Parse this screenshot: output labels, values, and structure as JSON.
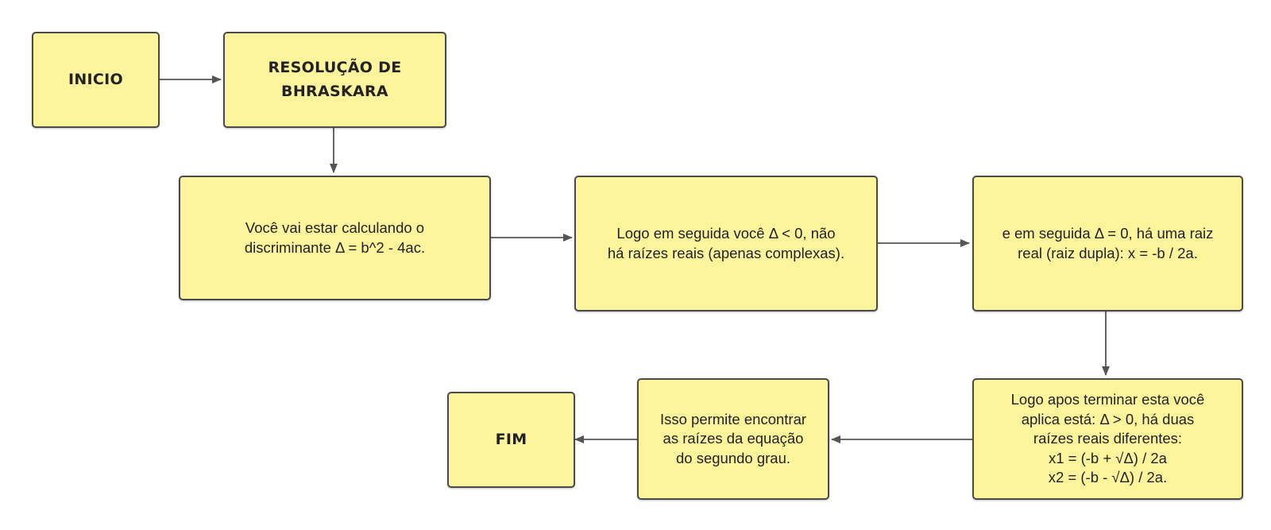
{
  "colors": {
    "node_fill": "#fdf49c",
    "node_border": "#4a4a4a",
    "connector": "#555555"
  },
  "nodes": {
    "inicio": "INICIO",
    "resolucao": "RESOLUÇÃO DE\nBHRASKARA",
    "discriminante": "Você vai estar calculando o\ndiscriminante Δ = b^2 - 4ac.",
    "delta_negativo": "Logo em seguida você  Δ < 0, não\nhá raízes reais (apenas complexas).",
    "delta_zero": "e em seguida Δ = 0, há uma raiz\nreal (raiz dupla): x = -b / 2a.",
    "delta_positivo": "Logo apos terminar esta você\naplica está:  Δ > 0, há duas\nraízes reais diferentes:\nx1 = (-b + √Δ) / 2a\nx2 = (-b - √Δ) / 2a.",
    "isso_permite": "Isso permite encontrar\nas raízes da equação\ndo segundo grau.",
    "fim": "FIM"
  }
}
